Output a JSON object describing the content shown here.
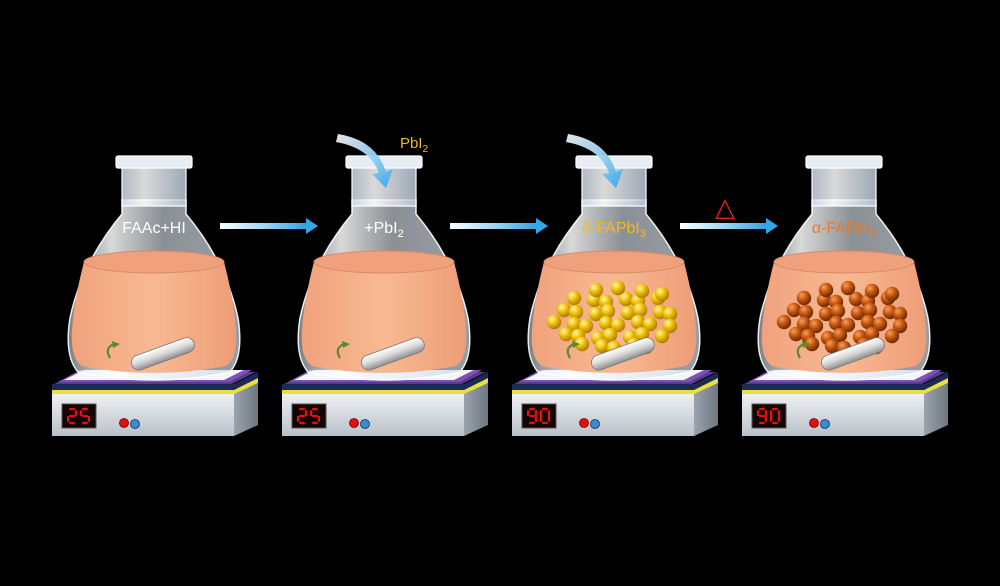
{
  "colors": {
    "background": "#000000",
    "liquid": "#f5b08a",
    "yellow_particles": "#f2c40a",
    "orange_particles": "#cc5a12",
    "arrow": "#33a8e6",
    "hotplate_top": "#7a52b8",
    "delta_symbol": "#e62020",
    "display_digits": "#e51010",
    "label_white": "#ffffff",
    "label_gold": "#f5b81e",
    "label_orange": "#e8782a"
  },
  "stages": [
    {
      "label": {
        "main": "FAAc+HI",
        "sub": "",
        "color": "label_white"
      },
      "display": "25",
      "particles": "none",
      "pour_arrow": false
    },
    {
      "label": {
        "main": "+PbI",
        "sub": "2",
        "color": "label_white"
      },
      "display": "25",
      "particles": "none",
      "pour_arrow": true,
      "pour_label": {
        "main": "PbI",
        "sub": "2"
      }
    },
    {
      "label": {
        "main": "δ-FAPbI",
        "sub": "3",
        "color": "label_gold"
      },
      "display": "90",
      "particles": "yellow",
      "pour_arrow": true
    },
    {
      "label": {
        "main": "α-FAPbI",
        "sub": "3",
        "color": "label_orange"
      },
      "display": "90",
      "particles": "orange",
      "pour_arrow": false
    }
  ],
  "transitions": [
    {
      "symbol": ""
    },
    {
      "symbol": ""
    },
    {
      "symbol": "delta",
      "symbol_text": "△"
    }
  ]
}
